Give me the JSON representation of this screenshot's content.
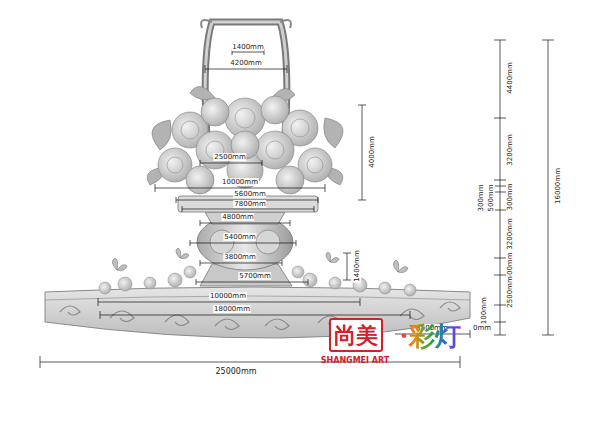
{
  "diagram": {
    "nodes": [
      {
        "text": [
          "尚美"
        ]
      }
    ],
    "edges": [],
    "labels": [
      "1400mm",
      "4200mm",
      "4000mm",
      "2500mm",
      "10000mm",
      "5600mm",
      "7800mm",
      "4800mm",
      "5400mm",
      "3800mm",
      "5700mm",
      "1400mm",
      "10000mm",
      "18000mm",
      "3500mm",
      "25000mm",
      "4400mm",
      "3200mm",
      "300mm",
      "500mm",
      "300mm",
      "3200mm",
      "600mm",
      "2500mm",
      "1100mm",
      "0mm",
      "16000mm",
      "SHANGMEI ART",
      "·彩灯"
    ]
  }
}
